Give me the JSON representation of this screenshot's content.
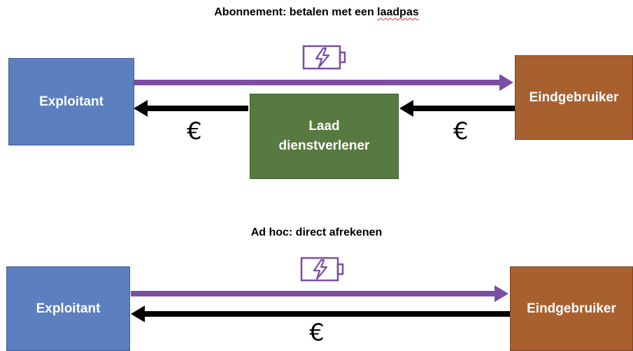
{
  "colors": {
    "exploitant": "#5b7fbf",
    "eindgebruiker": "#a8602f",
    "laad_dienstverlener": "#567a3f",
    "energy_arrow": "#7b4da3",
    "money_arrow": "#000000"
  },
  "top": {
    "title_prefix": "Abonnement: betalen met een ",
    "title_word": "laadpas",
    "exploitant": "Exploitant",
    "eindgebruiker": "Eindgebruiker",
    "laad_line1": "Laad",
    "laad_line2": "dienstverlener",
    "euro_left": "€",
    "euro_right": "€",
    "battery_icon": "battery-charging-icon"
  },
  "bottom": {
    "title": "Ad hoc: direct afrekenen",
    "exploitant": "Exploitant",
    "eindgebruiker": "Eindgebruiker",
    "euro": "€",
    "battery_icon": "battery-charging-icon"
  }
}
